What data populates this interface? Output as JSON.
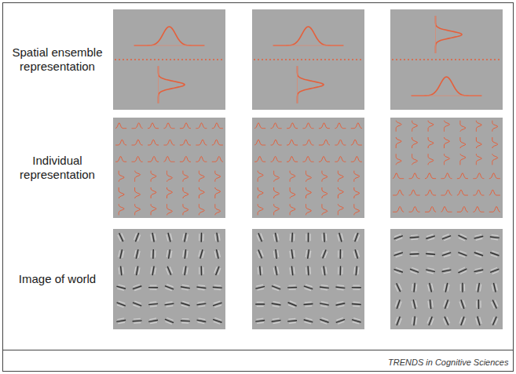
{
  "diagram": {
    "labels": [
      "Spatial ensemble representation",
      "Individual representation",
      "Image of world",
      "TRENDS in Cognitive Sciences"
    ]
  }
}
